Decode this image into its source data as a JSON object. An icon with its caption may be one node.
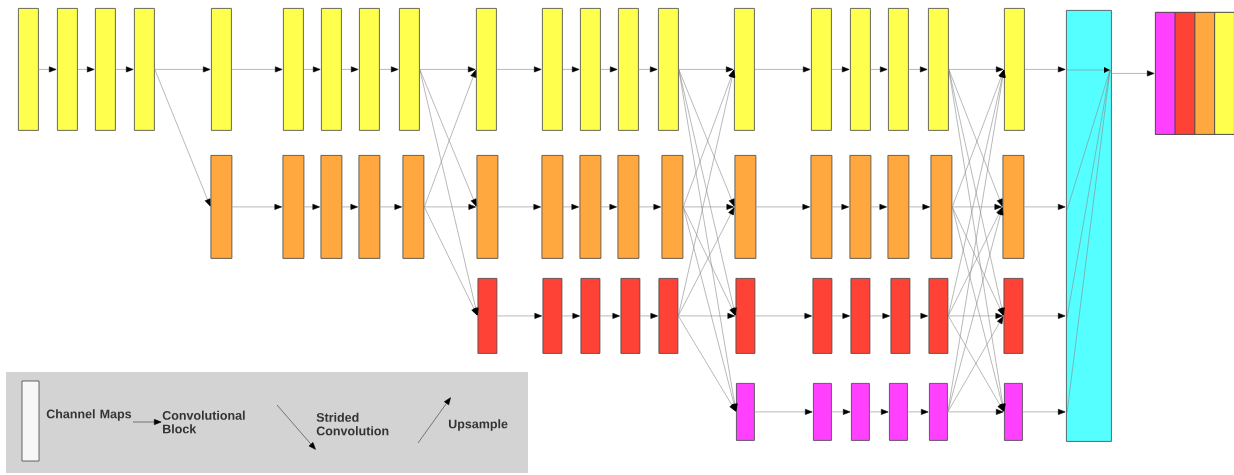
{
  "diagram": {
    "nodes": [
      {
        "text": [],
        "shape": "box"
      },
      {
        "text": [],
        "shape": "box"
      },
      {
        "text": [],
        "shape": "box"
      },
      {
        "text": [],
        "shape": "box"
      },
      {
        "text": [],
        "shape": "box"
      },
      {
        "text": [],
        "shape": "box"
      },
      {
        "text": [],
        "shape": "box"
      },
      {
        "text": [],
        "shape": "box"
      },
      {
        "text": [],
        "shape": "box"
      },
      {
        "text": [],
        "shape": "box"
      },
      {
        "text": [],
        "shape": "box"
      },
      {
        "text": [],
        "shape": "box"
      },
      {
        "text": [],
        "shape": "box"
      },
      {
        "text": [],
        "shape": "box"
      },
      {
        "text": [],
        "shape": "box"
      },
      {
        "text": [],
        "shape": "box"
      },
      {
        "text": [],
        "shape": "box"
      },
      {
        "text": [],
        "shape": "box"
      },
      {
        "text": [],
        "shape": "box"
      },
      {
        "text": [],
        "shape": "box"
      },
      {
        "text": [],
        "shape": "box"
      },
      {
        "text": [],
        "shape": "box"
      },
      {
        "text": [],
        "shape": "box"
      },
      {
        "text": [],
        "shape": "box"
      },
      {
        "text": [],
        "shape": "box"
      },
      {
        "text": [],
        "shape": "box"
      },
      {
        "text": [],
        "shape": "box"
      },
      {
        "text": [],
        "shape": "box"
      },
      {
        "text": [],
        "shape": "box"
      },
      {
        "text": [],
        "shape": "box"
      },
      {
        "text": [],
        "shape": "box"
      },
      {
        "text": [],
        "shape": "box"
      },
      {
        "text": [],
        "shape": "box"
      },
      {
        "text": [],
        "shape": "box"
      },
      {
        "text": [],
        "shape": "box"
      },
      {
        "text": [],
        "shape": "box"
      },
      {
        "text": [],
        "shape": "box"
      },
      {
        "text": [],
        "shape": "box"
      },
      {
        "text": [],
        "shape": "box"
      },
      {
        "text": [],
        "shape": "box"
      },
      {
        "text": [],
        "shape": "box"
      },
      {
        "text": [],
        "shape": "box"
      },
      {
        "text": [],
        "shape": "box"
      },
      {
        "text": [],
        "shape": "box"
      },
      {
        "text": [],
        "shape": "box"
      },
      {
        "text": [],
        "shape": "box"
      },
      {
        "text": [],
        "shape": "box"
      },
      {
        "text": [],
        "shape": "box"
      },
      {
        "text": [],
        "shape": "box"
      },
      {
        "text": [],
        "shape": "box"
      },
      {
        "text": [],
        "shape": "box"
      },
      {
        "text": [],
        "shape": "box"
      },
      {
        "text": [],
        "shape": "box"
      },
      {
        "text": [],
        "shape": "box"
      },
      {
        "text": [],
        "shape": "box"
      },
      {
        "text": [],
        "shape": "box",
        "in": 54
      },
      {
        "text": [],
        "shape": "box",
        "in": 54
      },
      {
        "text": [],
        "shape": "box",
        "in": 54
      },
      {
        "text": [],
        "shape": "box",
        "in": 54
      }
    ],
    "edges": [
      {
        "from": 0,
        "to": 1,
        "arrow": "to"
      },
      {
        "from": 1,
        "to": 2,
        "arrow": "to"
      },
      {
        "from": 2,
        "to": 3,
        "arrow": "to"
      },
      {
        "from": 3,
        "to": 4,
        "arrow": "to"
      },
      {
        "from": 3,
        "to": 20,
        "arrow": "to"
      },
      {
        "from": 4,
        "to": 5,
        "arrow": "to"
      },
      {
        "from": 5,
        "to": 6,
        "arrow": "to"
      },
      {
        "from": 6,
        "to": 7,
        "arrow": "to"
      },
      {
        "from": 7,
        "to": 8,
        "arrow": "to"
      },
      {
        "from": 20,
        "to": 21,
        "arrow": "to"
      },
      {
        "from": 21,
        "to": 22,
        "arrow": "to"
      },
      {
        "from": 22,
        "to": 23,
        "arrow": "to"
      },
      {
        "from": 23,
        "to": 24,
        "arrow": "to"
      },
      {
        "from": 8,
        "to": 9,
        "arrow": "to"
      },
      {
        "from": 8,
        "to": 25,
        "arrow": "to"
      },
      {
        "from": 8,
        "to": 36,
        "arrow": "to"
      },
      {
        "from": 24,
        "to": 9,
        "arrow": "to"
      },
      {
        "from": 24,
        "to": 25,
        "arrow": "to"
      },
      {
        "from": 24,
        "to": 36,
        "arrow": "to"
      },
      {
        "from": 9,
        "to": 10,
        "arrow": "to"
      },
      {
        "from": 10,
        "to": 11,
        "arrow": "to"
      },
      {
        "from": 11,
        "to": 12,
        "arrow": "to"
      },
      {
        "from": 12,
        "to": 13,
        "arrow": "to"
      },
      {
        "from": 25,
        "to": 26,
        "arrow": "to"
      },
      {
        "from": 26,
        "to": 27,
        "arrow": "to"
      },
      {
        "from": 27,
        "to": 28,
        "arrow": "to"
      },
      {
        "from": 28,
        "to": 29,
        "arrow": "to"
      },
      {
        "from": 36,
        "to": 37,
        "arrow": "to"
      },
      {
        "from": 37,
        "to": 38,
        "arrow": "to"
      },
      {
        "from": 38,
        "to": 39,
        "arrow": "to"
      },
      {
        "from": 39,
        "to": 40,
        "arrow": "to"
      },
      {
        "from": 13,
        "to": 14,
        "arrow": "to"
      },
      {
        "from": 13,
        "to": 30,
        "arrow": "to"
      },
      {
        "from": 13,
        "to": 41,
        "arrow": "to"
      },
      {
        "from": 13,
        "to": 47,
        "arrow": "to"
      },
      {
        "from": 29,
        "to": 14,
        "arrow": "to"
      },
      {
        "from": 29,
        "to": 30,
        "arrow": "to"
      },
      {
        "from": 29,
        "to": 41,
        "arrow": "to"
      },
      {
        "from": 29,
        "to": 47,
        "arrow": "to"
      },
      {
        "from": 40,
        "to": 14,
        "arrow": "to"
      },
      {
        "from": 40,
        "to": 30,
        "arrow": "to"
      },
      {
        "from": 40,
        "to": 41,
        "arrow": "to"
      },
      {
        "from": 40,
        "to": 47,
        "arrow": "to"
      },
      {
        "from": 14,
        "to": 15,
        "arrow": "to"
      },
      {
        "from": 15,
        "to": 16,
        "arrow": "to"
      },
      {
        "from": 16,
        "to": 17,
        "arrow": "to"
      },
      {
        "from": 17,
        "to": 18,
        "arrow": "to"
      },
      {
        "from": 30,
        "to": 31,
        "arrow": "to"
      },
      {
        "from": 31,
        "to": 32,
        "arrow": "to"
      },
      {
        "from": 32,
        "to": 33,
        "arrow": "to"
      },
      {
        "from": 33,
        "to": 34,
        "arrow": "to"
      },
      {
        "from": 41,
        "to": 42,
        "arrow": "to"
      },
      {
        "from": 42,
        "to": 43,
        "arrow": "to"
      },
      {
        "from": 43,
        "to": 44,
        "arrow": "to"
      },
      {
        "from": 44,
        "to": 45,
        "arrow": "to"
      },
      {
        "from": 47,
        "to": 48,
        "arrow": "to"
      },
      {
        "from": 48,
        "to": 49,
        "arrow": "to"
      },
      {
        "from": 49,
        "to": 50,
        "arrow": "to"
      },
      {
        "from": 50,
        "to": 51,
        "arrow": "to"
      },
      {
        "from": 18,
        "to": 19,
        "arrow": "to"
      },
      {
        "from": 18,
        "to": 35,
        "arrow": "to"
      },
      {
        "from": 18,
        "to": 46,
        "arrow": "to"
      },
      {
        "from": 18,
        "to": 52,
        "arrow": "to"
      },
      {
        "from": 34,
        "to": 19,
        "arrow": "to"
      },
      {
        "from": 34,
        "to": 35,
        "arrow": "to"
      },
      {
        "from": 34,
        "to": 46,
        "arrow": "to"
      },
      {
        "from": 34,
        "to": 52,
        "arrow": "to"
      },
      {
        "from": 45,
        "to": 19,
        "arrow": "to"
      },
      {
        "from": 45,
        "to": 35,
        "arrow": "to"
      },
      {
        "from": 45,
        "to": 46,
        "arrow": "to"
      },
      {
        "from": 45,
        "to": 52,
        "arrow": "to"
      },
      {
        "from": 51,
        "to": 19,
        "arrow": "to"
      },
      {
        "from": 51,
        "to": 35,
        "arrow": "to"
      },
      {
        "from": 51,
        "to": 46,
        "arrow": "to"
      },
      {
        "from": 51,
        "to": 52,
        "arrow": "to"
      },
      {
        "from": 19,
        "to": 53,
        "arrow": "to"
      },
      {
        "from": 35,
        "to": 53,
        "arrow": "to"
      },
      {
        "from": 46,
        "to": 53,
        "arrow": "to"
      },
      {
        "from": 52,
        "to": 53,
        "arrow": "to"
      },
      {
        "from": 53,
        "to": 54,
        "arrow": "to"
      }
    ],
    "legend": [
      {
        "text": "Channel Maps"
      },
      {
        "text": "Convolutional Block"
      },
      {
        "text": "Strided Convolution"
      },
      {
        "text": "Upsample"
      }
    ]
  }
}
